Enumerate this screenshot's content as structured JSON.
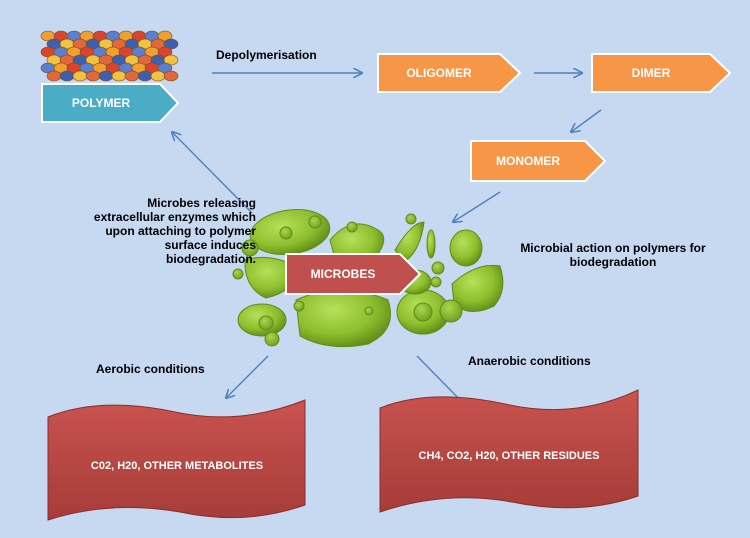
{
  "nodes": {
    "polymer": "POLYMER",
    "oligomer": "OLIGOMER",
    "dimer": "DIMER",
    "monomer": "MONOMER",
    "microbes": "MICROBES",
    "aerobic_products": "C02, H20, OTHER METABOLITES",
    "anaerobic_products": "CH4, CO2, H20, OTHER RESIDUES"
  },
  "labels": {
    "depolymerisation": "Depolymerisation",
    "enzymes_line1": "Microbes releasing",
    "enzymes_line2": "extracellular enzymes which",
    "enzymes_line3": "upon attaching to polymer",
    "enzymes_line4": "surface induces",
    "enzymes_line5": "biodegradation.",
    "action_line1": "Microbial action on polymers for",
    "action_line2": "biodegradation",
    "aerobic": "Aerobic conditions",
    "anaerobic": "Anaerobic conditions"
  },
  "colors": {
    "background": "#c6d9f1",
    "polymer_box": "#4bacc6",
    "orange_box": "#f79646",
    "red_box": "#c0504d",
    "arrow": "#4f81bd",
    "microbe_green": "#8dbf2e"
  }
}
